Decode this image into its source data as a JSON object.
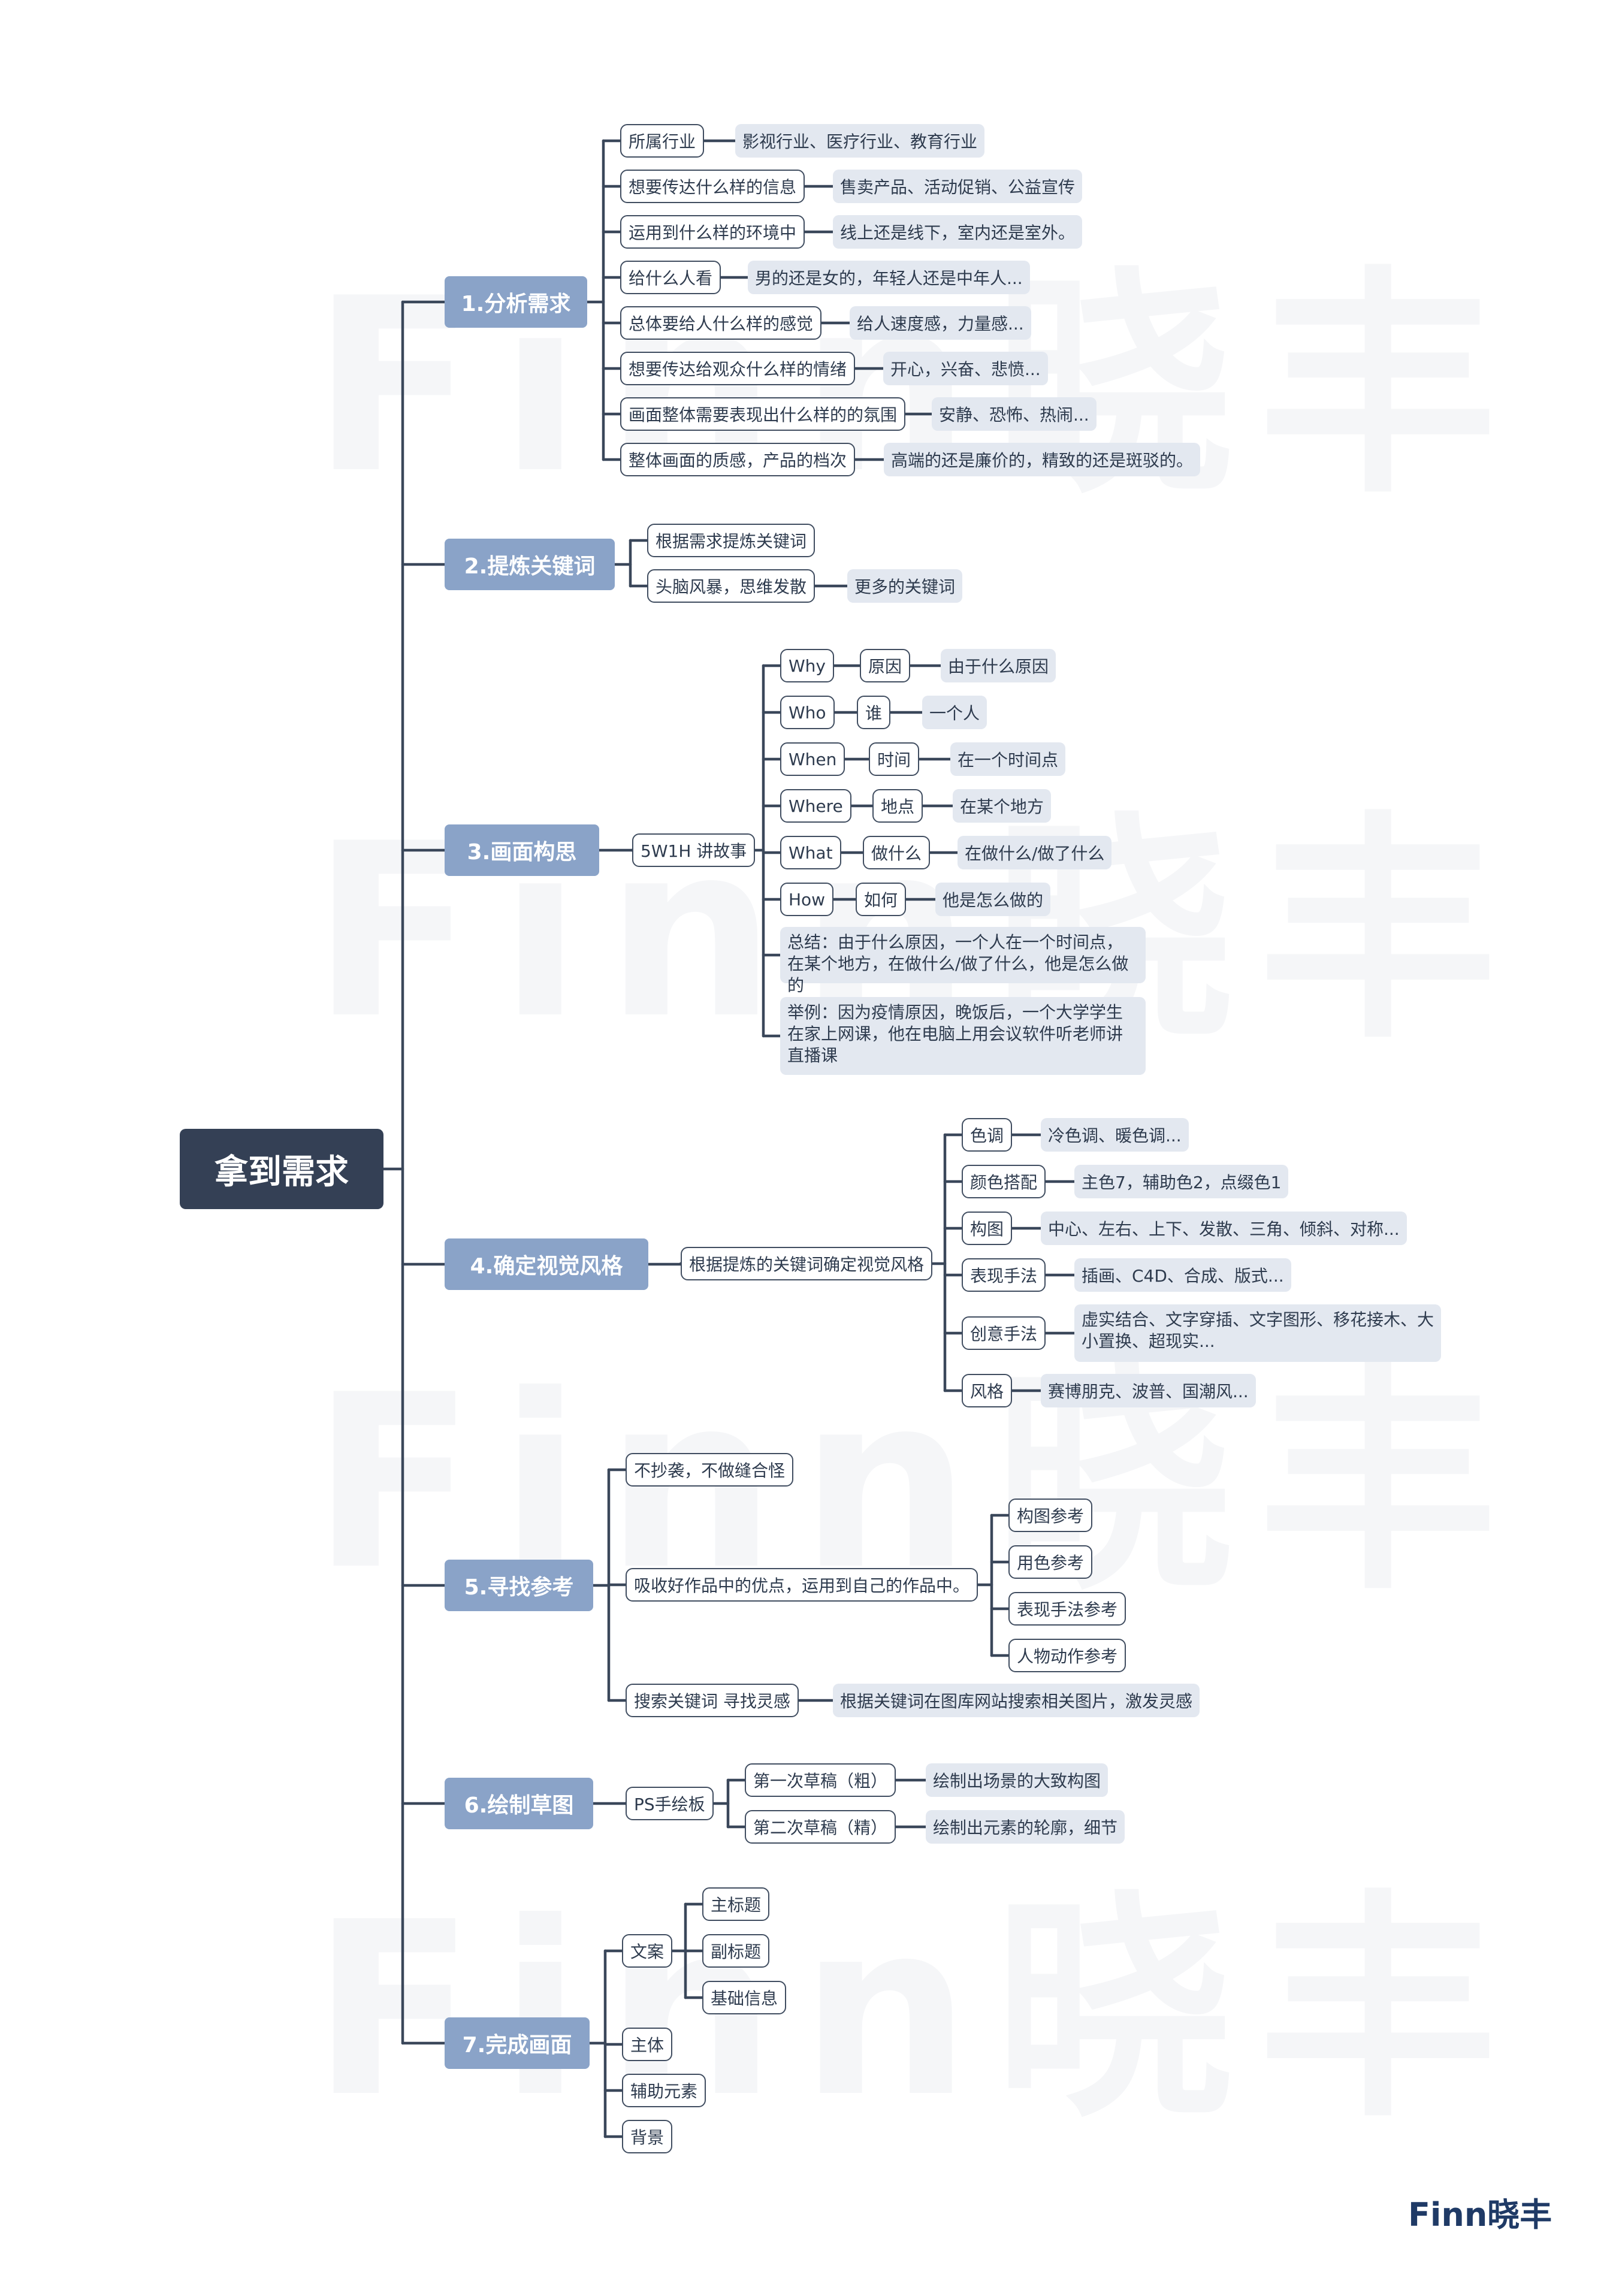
{
  "watermark": "Finn晓丰",
  "root": "拿到需求",
  "branches": [
    {
      "label": "1.分析需求",
      "items": [
        {
          "label": "所属行业",
          "leaf": "影视行业、医疗行业、教育行业"
        },
        {
          "label": "想要传达什么样的信息",
          "leaf": "售卖产品、活动促销、公益宣传"
        },
        {
          "label": "运用到什么样的环境中",
          "leaf": "线上还是线下，室内还是室外。"
        },
        {
          "label": "给什么人看",
          "leaf": "男的还是女的，年轻人还是中年人..."
        },
        {
          "label": "总体要给人什么样的感觉",
          "leaf": "给人速度感，力量感..."
        },
        {
          "label": "想要传达给观众什么样的情绪",
          "leaf": "开心，兴奋、悲愤..."
        },
        {
          "label": "画面整体需要表现出什么样的的氛围",
          "leaf": "安静、恐怖、热闹..."
        },
        {
          "label": "整体画面的质感，产品的档次",
          "leaf": "高端的还是廉价的，精致的还是斑驳的。"
        }
      ]
    },
    {
      "label": "2.提炼关键词",
      "items": [
        {
          "label": "根据需求提炼关键词"
        },
        {
          "label": "头脑风暴，思维发散",
          "leaf": "更多的关键词"
        }
      ]
    },
    {
      "label": "3.画面构思",
      "sub": "5W1H 讲故事",
      "items": [
        {
          "label": "Why",
          "mid": "原因",
          "leaf": "由于什么原因"
        },
        {
          "label": "Who",
          "mid": "谁",
          "leaf": "一个人"
        },
        {
          "label": "When",
          "mid": "时间",
          "leaf": "在一个时间点"
        },
        {
          "label": "Where",
          "mid": "地点",
          "leaf": "在某个地方"
        },
        {
          "label": "What",
          "mid": "做什么",
          "leaf": "在做什么/做了什么"
        },
        {
          "label": "How",
          "mid": "如何",
          "leaf": "他是怎么做的"
        }
      ],
      "summary": "总结：由于什么原因，一个人在一个时间点，在某个地方，在做什么/做了什么，他是怎么做的",
      "example": "举例：因为疫情原因，晚饭后，一个大学学生在家上网课，他在电脑上用会议软件听老师讲直播课"
    },
    {
      "label": "4.确定视觉风格",
      "sub": "根据提炼的关键词确定视觉风格",
      "items": [
        {
          "label": "色调",
          "leaf": "冷色调、暖色调..."
        },
        {
          "label": "颜色搭配",
          "leaf": "主色7，辅助色2，点缀色1"
        },
        {
          "label": "构图",
          "leaf": "中心、左右、上下、发散、三角、倾斜、对称..."
        },
        {
          "label": "表现手法",
          "leaf": "插画、C4D、合成、版式..."
        },
        {
          "label": "创意手法",
          "leaf": "虚实结合、文字穿插、文字图形、移花接木、大小置换、超现实..."
        },
        {
          "label": "风格",
          "leaf": "赛博朋克、波普、国潮风..."
        }
      ]
    },
    {
      "label": "5.寻找参考",
      "items": [
        {
          "label": "不抄袭，不做缝合怪"
        },
        {
          "label": "吸收好作品中的优点，运用到自己的作品中。",
          "children": [
            "构图参考",
            "用色参考",
            "表现手法参考",
            "人物动作参考"
          ]
        },
        {
          "label": "搜索关键词 寻找灵感",
          "leaf": "根据关键词在图库网站搜索相关图片，激发灵感"
        }
      ]
    },
    {
      "label": "6.绘制草图",
      "sub": "PS手绘板",
      "items": [
        {
          "label": "第一次草稿（粗）",
          "leaf": "绘制出场景的大致构图"
        },
        {
          "label": "第二次草稿（精）",
          "leaf": "绘制出元素的轮廓，细节"
        }
      ]
    },
    {
      "label": "7.完成画面",
      "items": [
        {
          "label": "文案",
          "children": [
            "主标题",
            "副标题",
            "基础信息"
          ]
        },
        {
          "label": "主体"
        },
        {
          "label": "辅助元素"
        },
        {
          "label": "背景"
        }
      ]
    }
  ],
  "brand": "Finn晓丰"
}
